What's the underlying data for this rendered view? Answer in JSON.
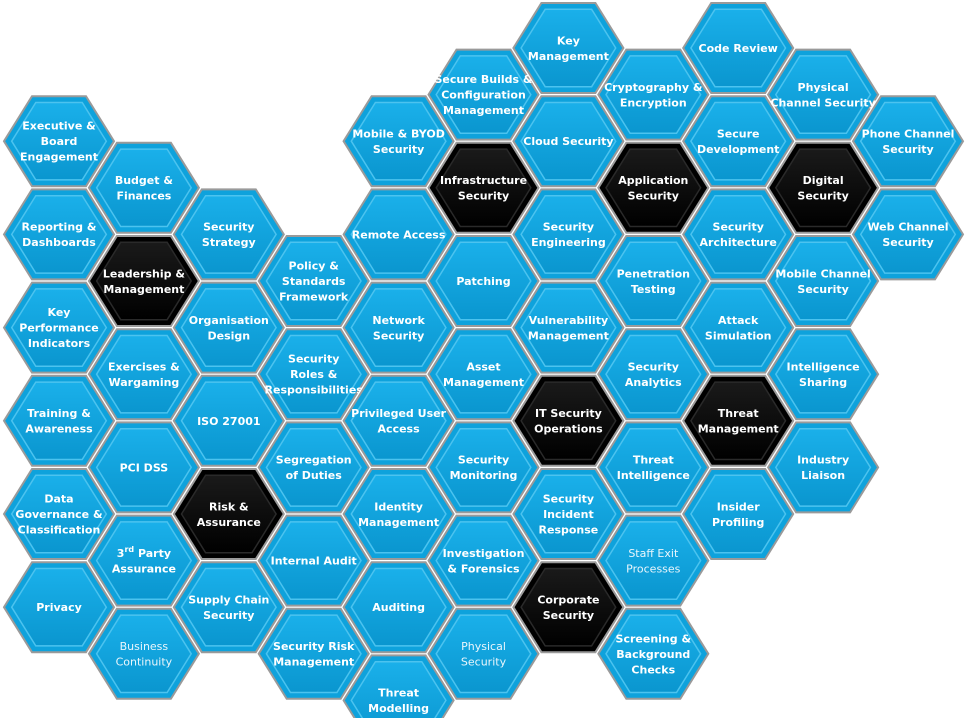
{
  "colors": {
    "hex_fill": "#0ea2dc",
    "hex_fill_light": "#35b6e8",
    "hex_dark": "#0a0a0a",
    "border": "#9a9a9a",
    "text": "#ffffff"
  },
  "columns": [
    [
      {
        "lines": [
          "Executive &",
          "Board",
          "Engagement"
        ]
      },
      {
        "lines": [
          "Reporting &",
          "Dashboards"
        ]
      },
      {
        "lines": [
          "Key",
          "Performance",
          "Indicators"
        ]
      },
      {
        "lines": [
          "Training &",
          "Awareness"
        ]
      },
      {
        "lines": [
          "Data",
          "Governance &",
          "Classification"
        ]
      },
      {
        "lines": [
          "Privacy"
        ]
      }
    ],
    [
      {
        "lines": [
          "Budget &",
          "Finances"
        ]
      },
      {
        "lines": [
          "Leadership &",
          "Management"
        ],
        "dark": true
      },
      {
        "lines": [
          "Exercises &",
          "Wargaming"
        ]
      },
      {
        "lines": [
          "PCI DSS"
        ]
      },
      {
        "lines": [
          "3rd Party",
          "Assurance"
        ]
      },
      {
        "lines": [
          "Business",
          "Continuity"
        ],
        "light": true
      }
    ],
    [
      {
        "lines": [
          "Security",
          "Strategy"
        ]
      },
      {
        "lines": [
          "Organisation",
          "Design"
        ]
      },
      {
        "lines": [
          "ISO 27001"
        ]
      },
      {
        "lines": [
          "Risk &",
          "Assurance"
        ],
        "dark": true
      },
      {
        "lines": [
          "Supply Chain",
          "Security"
        ]
      }
    ],
    [
      {
        "lines": [
          "Policy &",
          "Standards",
          "Framework"
        ]
      },
      {
        "lines": [
          "Security",
          "Roles &",
          "Responsibilities"
        ]
      },
      {
        "lines": [
          "Segregation",
          "of Duties"
        ]
      },
      {
        "lines": [
          "Internal Audit"
        ]
      },
      {
        "lines": [
          "Security Risk",
          "Management"
        ]
      }
    ],
    [
      {
        "lines": [
          "Mobile & BYOD",
          "Security"
        ]
      },
      {
        "lines": [
          "Remote Access"
        ]
      },
      {
        "lines": [
          "Network",
          "Security"
        ]
      },
      {
        "lines": [
          "Privileged User",
          "Access"
        ]
      },
      {
        "lines": [
          "Identity",
          "Management"
        ]
      },
      {
        "lines": [
          "Auditing"
        ]
      },
      {
        "lines": [
          "Threat",
          "Modelling"
        ]
      }
    ],
    [
      {
        "lines": [
          "Secure Builds &",
          "Configuration",
          "Management"
        ]
      },
      {
        "lines": [
          "Infrastructure",
          "Security"
        ],
        "dark": true
      },
      {
        "lines": [
          "Patching"
        ]
      },
      {
        "lines": [
          "Asset",
          "Management"
        ]
      },
      {
        "lines": [
          "Security",
          "Monitoring"
        ]
      },
      {
        "lines": [
          "Investigation",
          "& Forensics"
        ]
      },
      {
        "lines": [
          "Physical",
          "Security"
        ],
        "light": true
      }
    ],
    [
      {
        "lines": [
          "Key",
          "Management"
        ]
      },
      {
        "lines": [
          "Cloud Security"
        ]
      },
      {
        "lines": [
          "Security",
          "Engineering"
        ]
      },
      {
        "lines": [
          "Vulnerability",
          "Management"
        ]
      },
      {
        "lines": [
          "IT Security",
          "Operations"
        ],
        "dark": true
      },
      {
        "lines": [
          "Security",
          "Incident",
          "Response"
        ]
      },
      {
        "lines": [
          "Corporate",
          "Security"
        ],
        "dark": true
      }
    ],
    [
      {
        "lines": [
          "Cryptography &",
          "Encryption"
        ]
      },
      {
        "lines": [
          "Application",
          "Security"
        ],
        "dark": true
      },
      {
        "lines": [
          "Penetration",
          "Testing"
        ]
      },
      {
        "lines": [
          "Security",
          "Analytics"
        ]
      },
      {
        "lines": [
          "Threat",
          "Intelligence"
        ]
      },
      {
        "lines": [
          "Staff Exit",
          "Processes"
        ],
        "light": true
      },
      {
        "lines": [
          "Screening &",
          "Background",
          "Checks"
        ]
      }
    ],
    [
      {
        "lines": [
          "Code Review"
        ]
      },
      {
        "lines": [
          "Secure",
          "Development"
        ]
      },
      {
        "lines": [
          "Security",
          "Architecture"
        ]
      },
      {
        "lines": [
          "Attack",
          "Simulation"
        ]
      },
      {
        "lines": [
          "Threat",
          "Management"
        ],
        "dark": true
      },
      {
        "lines": [
          "Insider",
          "Profiling"
        ]
      }
    ],
    [
      {
        "lines": [
          "Physical",
          "Channel Security"
        ]
      },
      {
        "lines": [
          "Digital",
          "Security"
        ],
        "dark": true
      },
      {
        "lines": [
          "Mobile Channel",
          "Security"
        ]
      },
      {
        "lines": [
          "Intelligence",
          "Sharing"
        ]
      },
      {
        "lines": [
          "Industry",
          "Liaison"
        ]
      }
    ],
    [
      {
        "lines": [
          "Phone Channel",
          "Security"
        ]
      },
      {
        "lines": [
          "Web Channel",
          "Security"
        ]
      }
    ]
  ]
}
